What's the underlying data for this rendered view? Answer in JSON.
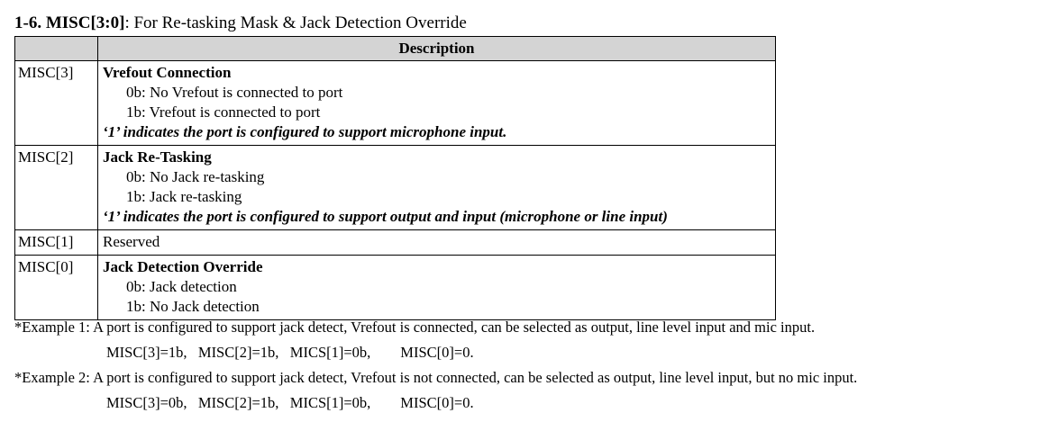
{
  "heading": {
    "number_label": "1-6. MISC[3:0]",
    "rest": ": For Re-tasking Mask & Jack Detection Override"
  },
  "table": {
    "columns": {
      "bit": "",
      "description": "Description"
    },
    "header_bg": "#d4d4d4",
    "rows": [
      {
        "bit": "MISC[3]",
        "title": "Vrefout Connection",
        "options": [
          "0b: No Vrefout is connected to port",
          "1b: Vrefout is connected to port"
        ],
        "note": "‘1’ indicates the port is configured to support microphone input."
      },
      {
        "bit": "MISC[2]",
        "title": "Jack Re-Tasking",
        "options": [
          "0b: No Jack re-tasking",
          "1b: Jack re-tasking"
        ],
        "note": "‘1’ indicates the port is configured to support output and input (microphone or line input)"
      },
      {
        "bit": "MISC[1]",
        "plain": "Reserved",
        "options": [],
        "note": ""
      },
      {
        "bit": "MISC[0]",
        "title": "Jack Detection Override",
        "options": [
          "0b: Jack detection",
          "1b: No Jack detection"
        ],
        "note": ""
      }
    ]
  },
  "footnotes": [
    {
      "text": "*Example 1: A port is configured to support jack detect, Vrefout is connected, can be selected as output, line level input and mic input.",
      "values": "MISC[3]=1b,   MISC[2]=1b,   MICS[1]=0b,        MISC[0]=0."
    },
    {
      "text": "*Example 2: A port is configured to support jack detect, Vrefout is not connected, can be selected as output, line level input, but no mic input.",
      "values": "MISC[3]=0b,   MISC[2]=1b,   MICS[1]=0b,        MISC[0]=0."
    }
  ]
}
